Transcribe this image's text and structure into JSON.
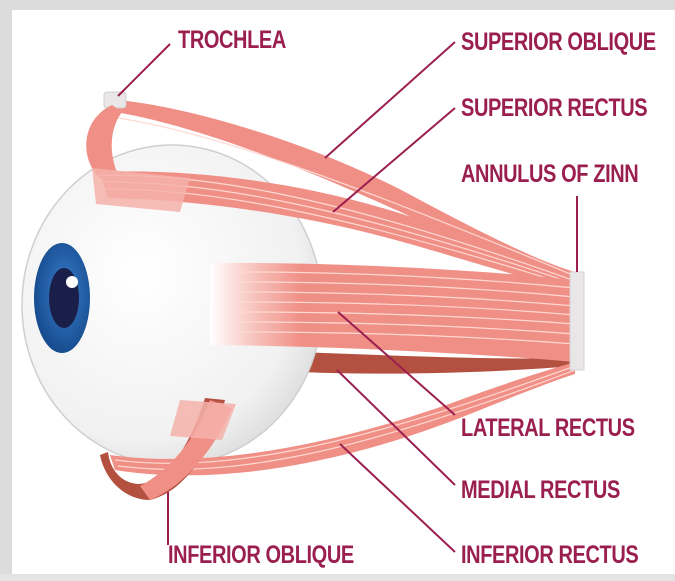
{
  "colors": {
    "label": "#9a1f4f",
    "muscle": "#f08f86",
    "muscle_dark": "#b45040",
    "eye_white": "#f6f6f6",
    "iris": "#1e5ea8",
    "pupil": "#1a1f4a",
    "tendon": "#e8e6e6"
  },
  "labels": {
    "trochlea": "TROCHLEA",
    "superior_oblique": "SUPERIOR OBLIQUE",
    "superior_rectus": "SUPERIOR RECTUS",
    "annulus_of_zinn": "ANNULUS OF ZINN",
    "lateral_rectus": "LATERAL RECTUS",
    "medial_rectus": "MEDIAL RECTUS",
    "inferior_oblique": "INFERIOR OBLIQUE",
    "inferior_rectus": "INFERIOR RECTUS"
  },
  "icons": [
    "eyeball-icon",
    "iris-icon",
    "pupil-icon"
  ]
}
